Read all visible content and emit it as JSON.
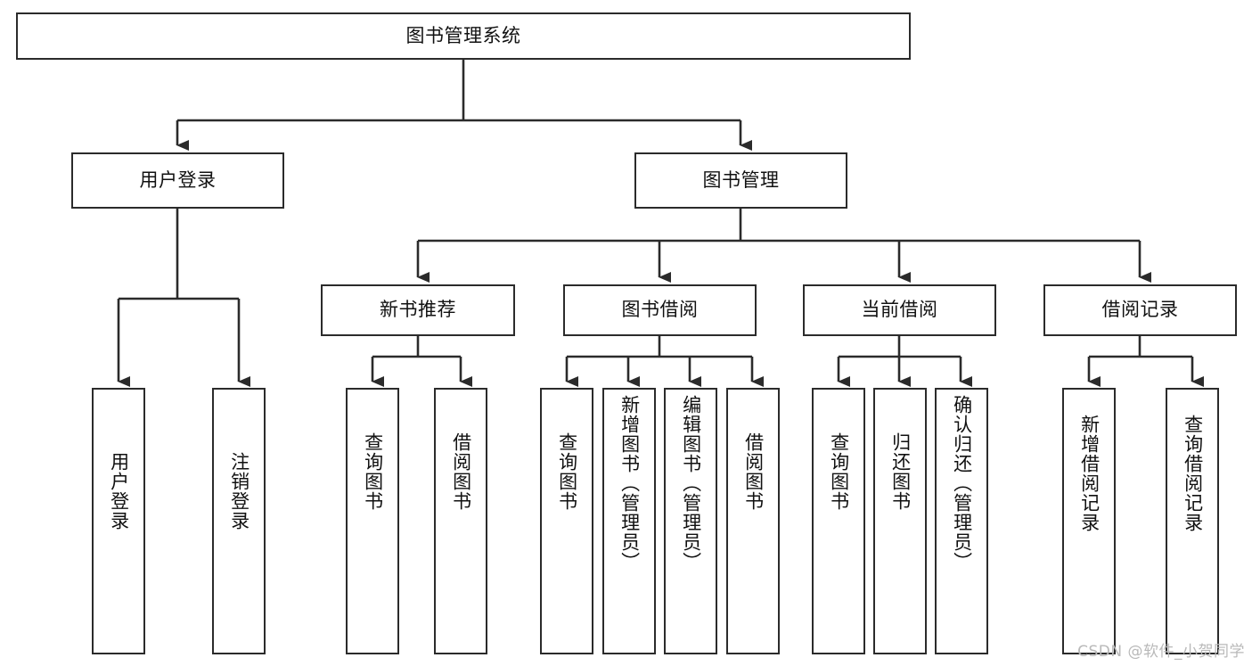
{
  "diagram": {
    "type": "tree-hierarchy-chart",
    "title": "图书管理系统",
    "watermark": "CSDN @软件_小贺同学",
    "colors": {
      "background": "#ffffff",
      "node_fill": "#ffffff",
      "node_border": "#2b2b2b",
      "edge": "#2b2b2b",
      "text": "#111111",
      "watermark": "#b9b9b9"
    },
    "nodes": {
      "root": {
        "label": "图书管理系统",
        "orientation": "horizontal"
      },
      "user_login": {
        "label": "用户登录",
        "orientation": "horizontal"
      },
      "book_manage": {
        "label": "图书管理",
        "orientation": "horizontal"
      },
      "new_book_rec": {
        "label": "新书推荐",
        "orientation": "horizontal"
      },
      "book_borrow": {
        "label": "图书借阅",
        "orientation": "horizontal"
      },
      "current_borrow": {
        "label": "当前借阅",
        "orientation": "horizontal"
      },
      "borrow_record": {
        "label": "借阅记录",
        "orientation": "horizontal"
      },
      "leaf_user_login": {
        "label": "用户登录",
        "orientation": "vertical"
      },
      "leaf_user_logout": {
        "label": "注销登录",
        "orientation": "vertical"
      },
      "leaf_rec_query": {
        "label": "查询图书",
        "orientation": "vertical"
      },
      "leaf_rec_borrow": {
        "label": "借阅图书",
        "orientation": "vertical"
      },
      "leaf_borrow_query": {
        "label": "查询图书",
        "orientation": "vertical"
      },
      "leaf_borrow_add": {
        "label": "新增图书（管理员）",
        "orientation": "vertical"
      },
      "leaf_borrow_edit": {
        "label": "编辑图书（管理员）",
        "orientation": "vertical"
      },
      "leaf_borrow_lend": {
        "label": "借阅图书",
        "orientation": "vertical"
      },
      "leaf_cur_query": {
        "label": "查询图书",
        "orientation": "vertical"
      },
      "leaf_cur_return": {
        "label": "归还图书",
        "orientation": "vertical"
      },
      "leaf_cur_confirm": {
        "label": "确认归还（管理员）",
        "orientation": "vertical"
      },
      "leaf_rec_add": {
        "label": "新增借阅记录",
        "orientation": "vertical"
      },
      "leaf_rec_query2": {
        "label": "查询借阅记录",
        "orientation": "vertical"
      }
    },
    "hierarchy": [
      {
        "label": "图书管理系统",
        "children": [
          {
            "label": "用户登录",
            "children": [
              {
                "label": "用户登录"
              },
              {
                "label": "注销登录"
              }
            ]
          },
          {
            "label": "图书管理",
            "children": [
              {
                "label": "新书推荐",
                "children": [
                  {
                    "label": "查询图书"
                  },
                  {
                    "label": "借阅图书"
                  }
                ]
              },
              {
                "label": "图书借阅",
                "children": [
                  {
                    "label": "查询图书"
                  },
                  {
                    "label": "新增图书（管理员）"
                  },
                  {
                    "label": "编辑图书（管理员）"
                  },
                  {
                    "label": "借阅图书"
                  }
                ]
              },
              {
                "label": "当前借阅",
                "children": [
                  {
                    "label": "查询图书"
                  },
                  {
                    "label": "归还图书"
                  },
                  {
                    "label": "确认归还（管理员）"
                  }
                ]
              },
              {
                "label": "借阅记录",
                "children": [
                  {
                    "label": "新增借阅记录"
                  },
                  {
                    "label": "查询借阅记录"
                  }
                ]
              }
            ]
          }
        ]
      }
    ]
  }
}
